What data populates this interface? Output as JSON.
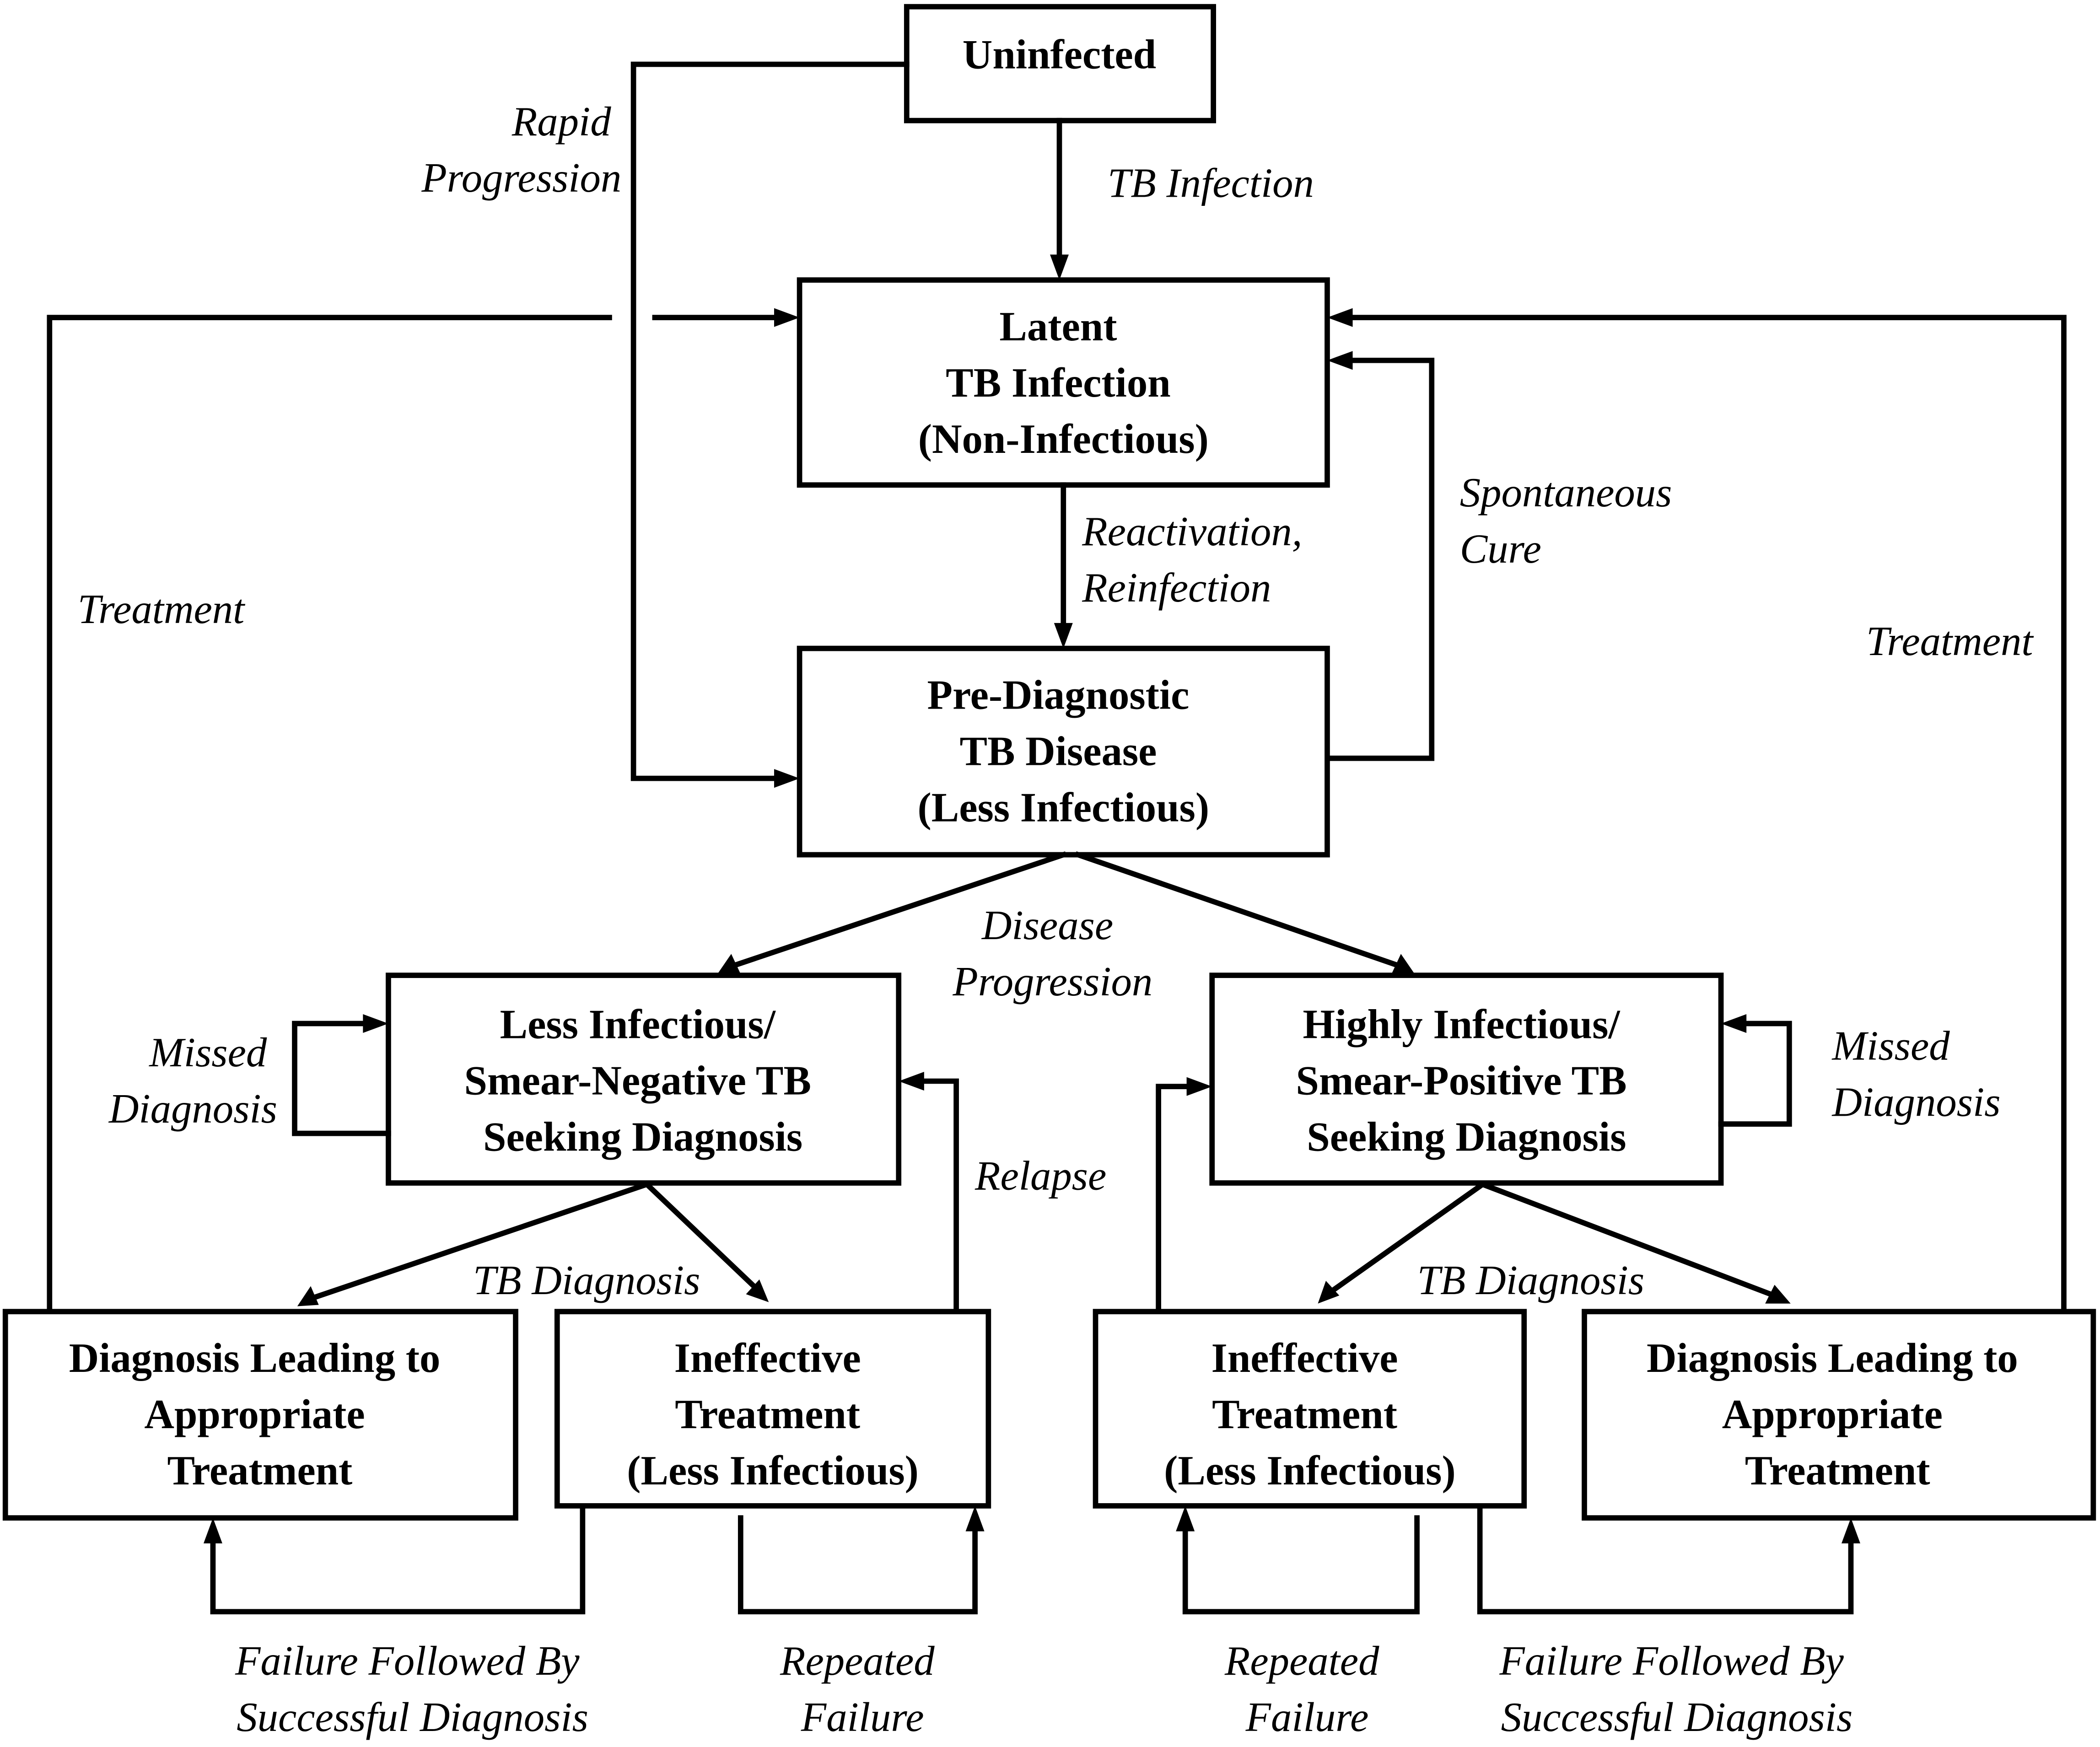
{
  "nodes": {
    "uninfected": {
      "lines": [
        "Uninfected"
      ]
    },
    "latent": {
      "lines": [
        "Latent",
        "TB Infection",
        "(Non-Infectious)"
      ]
    },
    "pre_diagnostic": {
      "lines": [
        "Pre-Diagnostic",
        "TB Disease",
        "(Less Infectious)"
      ]
    },
    "smear_negative": {
      "lines": [
        "Less Infectious/",
        "Smear-Negative TB",
        "Seeking Diagnosis"
      ]
    },
    "smear_positive": {
      "lines": [
        "Highly Infectious/",
        "Smear-Positive TB",
        "Seeking Diagnosis"
      ]
    },
    "appropriate_left": {
      "lines": [
        "Diagnosis Leading to",
        "Appropriate",
        "Treatment"
      ]
    },
    "ineffective_left": {
      "lines": [
        "Ineffective",
        "Treatment",
        "(Less Infectious)"
      ]
    },
    "ineffective_right": {
      "lines": [
        "Ineffective",
        "Treatment",
        "(Less Infectious)"
      ]
    },
    "appropriate_right": {
      "lines": [
        "Diagnosis Leading to",
        "Appropriate",
        "Treatment"
      ]
    }
  },
  "edges": {
    "tb_infection": {
      "lines": [
        "TB Infection"
      ]
    },
    "rapid_progression": {
      "lines": [
        "Rapid",
        "Progression"
      ]
    },
    "reactivation": {
      "lines": [
        "Reactivation,",
        "Reinfection"
      ]
    },
    "spontaneous_cure": {
      "lines": [
        "Spontaneous",
        "Cure"
      ]
    },
    "treatment_left": {
      "lines": [
        "Treatment"
      ]
    },
    "treatment_right": {
      "lines": [
        "Treatment"
      ]
    },
    "disease_progression": {
      "lines": [
        "Disease",
        "Progression"
      ]
    },
    "missed_diagnosis_left": {
      "lines": [
        "Missed",
        "Diagnosis"
      ]
    },
    "missed_diagnosis_right": {
      "lines": [
        "Missed",
        "Diagnosis"
      ]
    },
    "relapse": {
      "lines": [
        "Relapse"
      ]
    },
    "tb_diagnosis_left": {
      "lines": [
        "TB Diagnosis"
      ]
    },
    "tb_diagnosis_right": {
      "lines": [
        "TB Diagnosis"
      ]
    },
    "failure_followed_left": {
      "lines": [
        "Failure Followed By",
        "Successful Diagnosis"
      ]
    },
    "repeated_failure_left": {
      "lines": [
        "Repeated",
        "Failure"
      ]
    },
    "repeated_failure_right": {
      "lines": [
        "Repeated",
        "Failure"
      ]
    },
    "failure_followed_right": {
      "lines": [
        "Failure Followed By",
        "Successful Diagnosis"
      ]
    }
  }
}
